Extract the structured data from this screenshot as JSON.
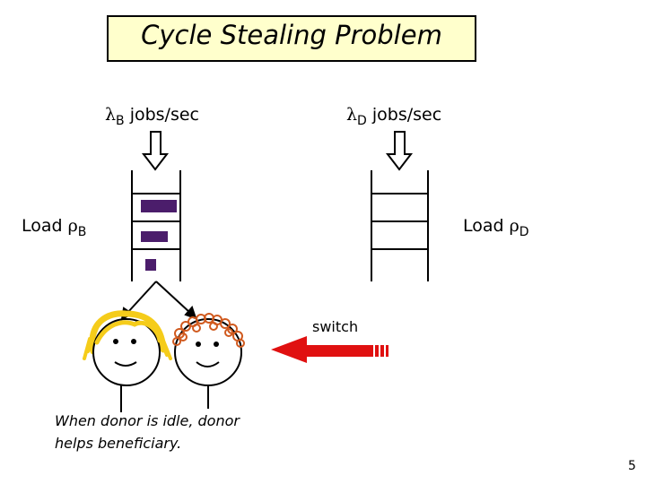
{
  "title": "Cycle Stealing Problem",
  "arrival_b": {
    "symbol": "λ",
    "subscript": "B",
    "text": " jobs/sec"
  },
  "arrival_d": {
    "symbol": "λ",
    "subscript": "D",
    "text": " jobs/sec"
  },
  "load_b": {
    "text": "Load ",
    "symbol": "ρ",
    "subscript": "B"
  },
  "load_d": {
    "text": "Load ",
    "symbol": "ρ",
    "subscript": "D"
  },
  "switch_label": "switch",
  "caption": {
    "line1": "When donor is idle, donor",
    "line2": "helps beneficiary."
  },
  "page_number": "5",
  "colors": {
    "title_bg": "#ffffcc",
    "job": "#4b1d6b",
    "arrow_red": "#e01010",
    "hair_yellow": "#f5cc1a",
    "hair_red": "#d05a1f"
  }
}
